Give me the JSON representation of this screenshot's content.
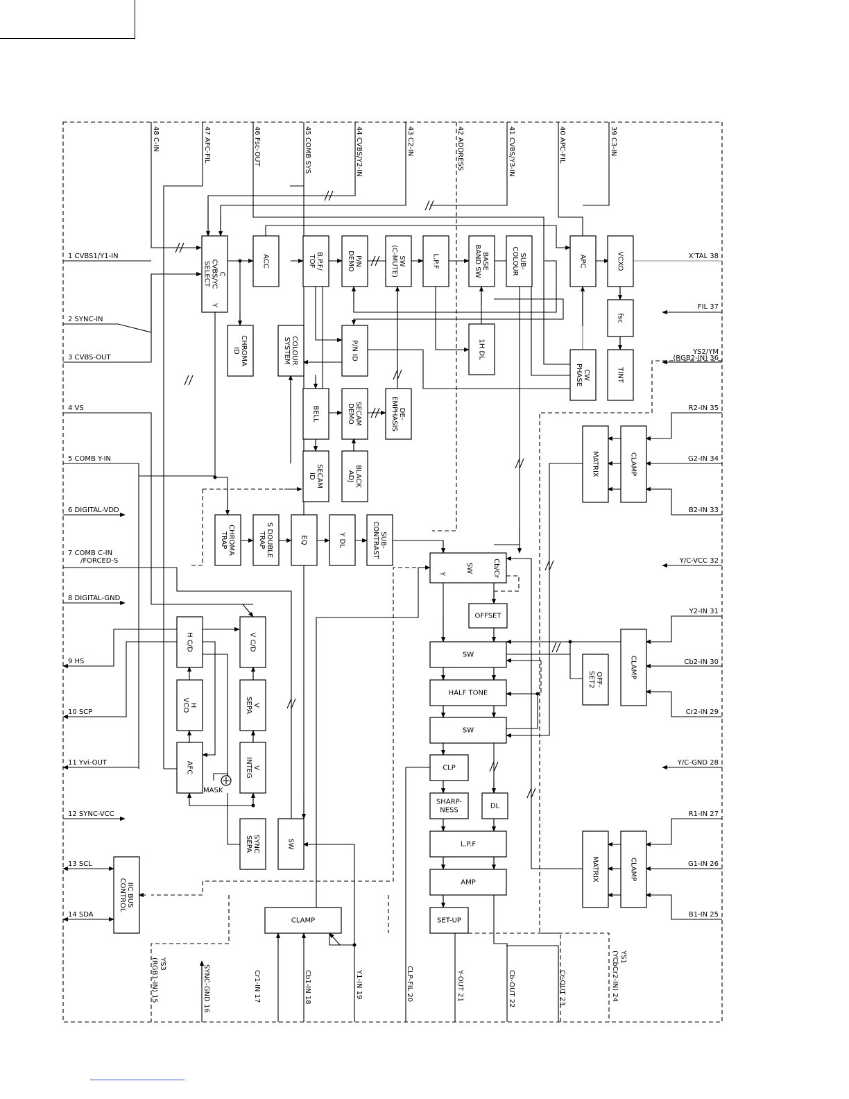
{
  "diagram": {
    "blocks": {
      "cvbs_select": [
        "C",
        "CVBS/YC",
        "SELECT",
        "Y"
      ],
      "acc": [
        "ACC"
      ],
      "bpf_tof": [
        "B.P.F/",
        "TOF"
      ],
      "pn_demo": [
        "P/N",
        "DEMO"
      ],
      "sw_cmute": [
        "SW",
        "(C-MUTE)"
      ],
      "lpf_chroma": [
        "L.P.F"
      ],
      "base_band_sw": [
        "BASE",
        "BAND SW"
      ],
      "sub_colour": [
        "SUB-",
        "COLOUR"
      ],
      "apc": [
        "APC"
      ],
      "vcxo": [
        "VCXO"
      ],
      "fsc": [
        "fsc"
      ],
      "tint": [
        "TINT"
      ],
      "cw_phase": [
        "CW",
        "PHASE"
      ],
      "chroma_id": [
        "CHROMA",
        "ID"
      ],
      "colour_system": [
        "COLOUR",
        "SYSTEM"
      ],
      "pn_id": [
        "P/N ID"
      ],
      "one_h_dl": [
        "1H DL"
      ],
      "bell": [
        "BELL"
      ],
      "secam_demo": [
        "SECAM",
        "DEMO"
      ],
      "de_emphasis": [
        "DE-",
        "EMPHASIS"
      ],
      "secam_id": [
        "SECAM",
        "ID"
      ],
      "black_adj": [
        "BLACK",
        "ADJ"
      ],
      "chroma_trap": [
        "CHROMA",
        "TRAP"
      ],
      "s_double_trap": [
        "S DOUBLE",
        "TRAP"
      ],
      "eq": [
        "EQ"
      ],
      "y_dl": [
        "Y DL"
      ],
      "sub_contrast": [
        "SUB-",
        "CONTRAST"
      ],
      "matrix_rgb2": [
        "MATRIX"
      ],
      "clamp_rgb2": [
        "CLAMP"
      ],
      "sw_main": [
        "SW",
        "Y",
        "Cb/Cr"
      ],
      "offset": [
        "OFFSET"
      ],
      "sw2": [
        "SW"
      ],
      "half_tone": [
        "HALF TONE"
      ],
      "sw3": [
        "SW"
      ],
      "offset2": [
        "OFF-",
        "SET2"
      ],
      "clamp_ycbcr2": [
        "CLAMP"
      ],
      "clp": [
        "CLP"
      ],
      "sharpness": [
        "SHARP-",
        "NESS"
      ],
      "dl": [
        "DL"
      ],
      "lpf_out": [
        "L.P.F"
      ],
      "amp": [
        "AMP"
      ],
      "setup": [
        "SET-UP"
      ],
      "matrix_rgb1": [
        "MATRIX"
      ],
      "clamp_rgb1": [
        "CLAMP"
      ],
      "h_cd": [
        "H C/D"
      ],
      "h_vco": [
        "H",
        "VCO"
      ],
      "afc": [
        "AFC"
      ],
      "v_cd": [
        "V C/D"
      ],
      "v_sepa": [
        "V",
        "SEPA"
      ],
      "v_integ": [
        "V",
        "INTEG"
      ],
      "sync_sepa": [
        "SYNC",
        "SEPA"
      ],
      "sw_sync": [
        "SW"
      ],
      "iic_bus": [
        "IIC BUS",
        "CONTROL"
      ],
      "clamp_in": [
        "CLAMP"
      ]
    },
    "mask_label": "MASK",
    "pins_left": [
      "1 CVBS1/Y1-IN",
      "2 SYNC-IN",
      "3 CVBS-OUT",
      "4 VS",
      "5 COMB Y-IN",
      "6 DIGITAL-VDD",
      "7 COMB C-IN",
      "/FORCED-S",
      "8 DIGITAL-GND",
      "9  HS",
      "10  SCP",
      "11  Yvi-OUT",
      "12 SYNC-VCC",
      "13  SCL",
      "14 SDA"
    ],
    "pins_right": [
      "X'TAL  38",
      "FIL  37",
      "YS2/YM",
      "(RGB2-IN) 36",
      "R2-IN  35",
      "G2-IN  34",
      "B2-IN  33",
      "Y/C-VCC 32",
      "Y2-IN  31",
      "Cb2-IN 30",
      "Cr2-IN 29",
      "Y/C-GND 28",
      "R1-IN  27",
      "G1-IN  26",
      "B1-IN  25"
    ],
    "pins_top": [
      "48 C-IN",
      "47 AFC-FIL",
      "46 Fsc-OUT",
      "45 COMB SYS",
      "44 CVBS/Y2-IN",
      "43 C2-IN",
      "42 ADDRESS",
      "41 CVBS/Y3-IN",
      "40 APC-FIL",
      "39 C3-IN"
    ],
    "pins_bottom": [
      "YS3",
      "(RGB1-IN) 15",
      "SYNC-GND 16",
      "Cr1-IN 17",
      "Cb1-IN 18",
      "Y1-IN  19",
      "CLP-FIL 20",
      "Y-OUT  21",
      "Cb-OUT 22",
      "Cr-OUT 23",
      "YS1",
      "(YCbCr2-IN) 24"
    ]
  }
}
